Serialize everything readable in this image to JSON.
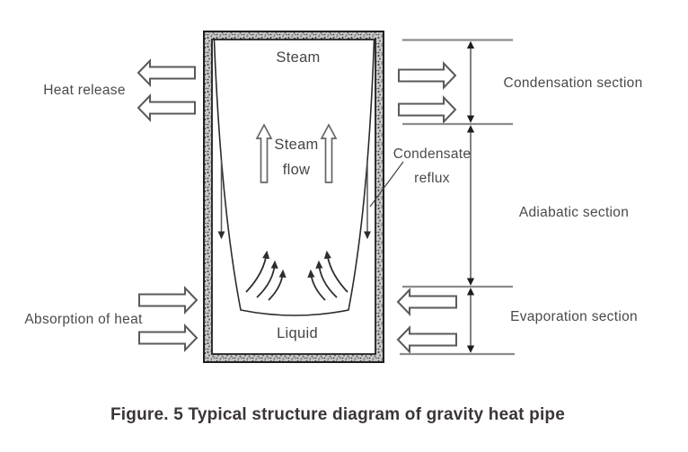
{
  "colors": {
    "background": "#ffffff",
    "line": "#2d2d2d",
    "wall_outline": "#1f1f1f",
    "wall_fill_base": "#c9c9c9",
    "block_arrow_outline": "#5a5a5a",
    "tick_line": "#8c8c8c",
    "label_text": "#4a4a4a",
    "caption_text": "#3b3537"
  },
  "vessel": {
    "steam_label": "Steam",
    "steam_flow_label_line1": "Steam",
    "steam_flow_label_line2": "flow",
    "liquid_label": "Liquid"
  },
  "left_annotations": {
    "heat_release_label": "Heat release",
    "absorption_label": "Absorption of heat"
  },
  "right_annotations": {
    "condensate_reflux_line1": "Condensate",
    "condensate_reflux_line2": "reflux",
    "sections": [
      {
        "label": "Condensation section"
      },
      {
        "label": "Adiabatic section"
      },
      {
        "label": "Evaporation section"
      }
    ]
  },
  "caption": "Figure. 5 Typical structure diagram of gravity heat pipe"
}
